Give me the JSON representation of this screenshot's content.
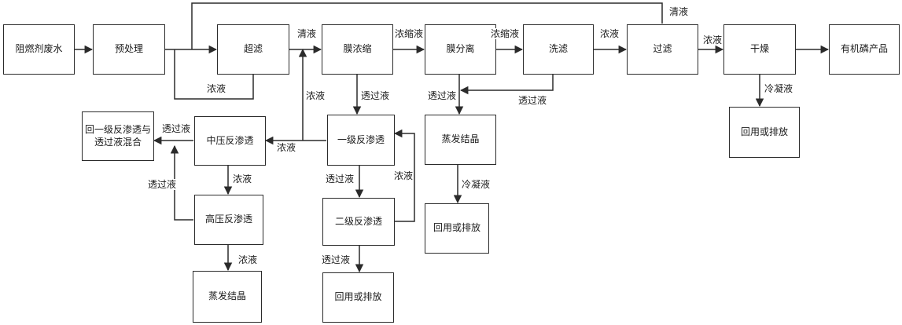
{
  "nodes": {
    "wastewater": "阻燃剂废水",
    "pretreat": "预处理",
    "ultrafilter": "超滤",
    "membrane_concentrate": "膜浓缩",
    "membrane_separate": "膜分离",
    "wash_filter": "洗滤",
    "filter": "过滤",
    "dry": "干燥",
    "product": "有机磷产品",
    "ro_first": "一级反渗透",
    "ro_second": "二级反渗透",
    "ro_medium": "中压反渗透",
    "ro_high": "高压反渗透",
    "return_mix": "回一级反渗透与透过液混合",
    "evap_a": "蒸发结晶",
    "evap_b": "蒸发结晶",
    "reuse_dry": "回用或排放",
    "reuse_evap": "回用或排放",
    "reuse_ro2": "回用或排放"
  },
  "labels": {
    "top_clear": "清液",
    "uf_concentrate": "浓液",
    "uf_clear": "清液",
    "mc_concentrate": "浓缩液",
    "ms_concentrate": "浓缩液",
    "wash_concentrate": "浓液",
    "filter_concentrate": "浓液",
    "dry_condensate": "冷凝液",
    "mc_permeate": "透过液",
    "ms_permeate": "透过液",
    "wash_permeate": "透过液",
    "ro1_concentrate": "浓液",
    "ro1_permeate": "透过液",
    "ro2_concentrate": "浓液",
    "ro2_permeate": "透过液",
    "romid_permeate": "透过液",
    "romid_concentrate": "浓液",
    "rohigh_permeate": "透过液",
    "rohigh_concentrate": "浓液",
    "ro_concentrate_up": "浓液",
    "evap_condensate": "冷凝液"
  }
}
